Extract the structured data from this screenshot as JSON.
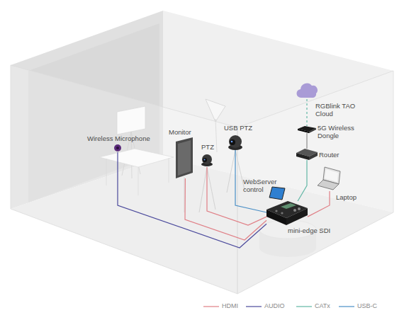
{
  "diagram": {
    "nodes": [
      {
        "text": [
          "RGBlink TAO Cloud"
        ]
      },
      {
        "text": [
          "5G Wireless Dongle"
        ]
      },
      {
        "text": [
          "USB PTZ"
        ]
      },
      {
        "text": [
          "Wireless Microphone"
        ]
      },
      {
        "text": [
          "Monitor"
        ]
      },
      {
        "text": [
          "Router"
        ]
      },
      {
        "text": [
          "PTZ"
        ]
      },
      {
        "text": [
          "Laptop"
        ]
      },
      {
        "text": [
          "WebServer control"
        ]
      },
      {
        "text": [
          "mini-edge SDI"
        ]
      }
    ],
    "edges": [
      {
        "from": 0,
        "to": 1,
        "arrow": "none"
      },
      {
        "from": 1,
        "to": 5,
        "arrow": "none"
      },
      {
        "from": 5,
        "to": 9,
        "arrow": "none"
      },
      {
        "from": 7,
        "to": 9,
        "arrow": "none"
      },
      {
        "from": 2,
        "to": 9,
        "arrow": "none"
      },
      {
        "from": 6,
        "to": 9,
        "arrow": "none"
      },
      {
        "from": 4,
        "to": 9,
        "arrow": "none"
      },
      {
        "from": 3,
        "to": 9,
        "arrow": "none"
      }
    ],
    "legend": [
      {
        "text": "HDMI"
      },
      {
        "text": "AUDIO"
      },
      {
        "text": "CATx"
      },
      {
        "text": "USB-C"
      }
    ]
  }
}
